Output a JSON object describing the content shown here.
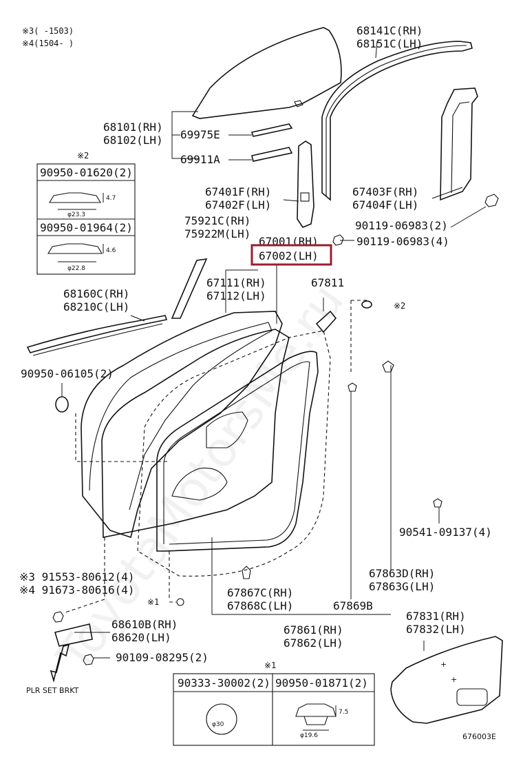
{
  "notes": {
    "n3": "※3(    -1503)",
    "n4": "※4(1504-    )"
  },
  "watermark": "ToyotaMotorsMe.ru",
  "highlight_color": "#9b1b30",
  "labels": {
    "p68141c": "68141C(RH)",
    "p68151c": "68151C(LH)",
    "p68101": "68101(RH)",
    "p68102": "68102(LH)",
    "p69975e": "69975E",
    "p69911a": "69911A",
    "p67401f": "67401F(RH)",
    "p67402f": "67402F(LH)",
    "p67403f": "67403F(RH)",
    "p67404f": "67404F(LH)",
    "p75921c": "75921C(RH)",
    "p75922m": "75922M(LH)",
    "p67001": "67001(RH)",
    "p67002": "67002(LH)",
    "p90119a": "90119-06983(2)",
    "p90119b": "90119-06983(4)",
    "p67111": "67111(RH)",
    "p67112": "67112(LH)",
    "p67811": "67811",
    "p68160c": "68160C(RH)",
    "p68210c": "68210C(LH)",
    "star2": "※2",
    "p90950_06105": "90950-06105(2)",
    "p90541": "90541-09137(4)",
    "p67863d": "67863D(RH)",
    "p67863g": "67863G(LH)",
    "p67867c": "67867C(RH)",
    "p67868c": "67868C(LH)",
    "p67869b": "67869B",
    "star1": "※1",
    "p91553": "※3 91553-80612(4)",
    "p91673": "※4 91673-80616(4)",
    "p68610b": "68610B(RH)",
    "p68620": "68620(LH)",
    "p90109": "90109-08295(2)",
    "p67861": "67861(RH)",
    "p67862": "67862(LH)",
    "p67831": "67831(RH)",
    "p67832": "67832(LH)",
    "plr": "PLR SET BRKT",
    "code": "676003E"
  },
  "box2": {
    "mark": "※2",
    "a_part": "90950-01620(2)",
    "a_dim_h": "4.7",
    "a_dim_d": "φ23.3",
    "b_part": "90950-01964(2)",
    "b_dim_h": "4.6",
    "b_dim_d": "φ22.8"
  },
  "box1": {
    "mark": "※1",
    "a_part": "90333-30002(2)",
    "a_dim_d": "φ30",
    "b_part": "90950-01871(2)",
    "b_dim_h": "7.5",
    "b_dim_d": "φ19.6"
  }
}
